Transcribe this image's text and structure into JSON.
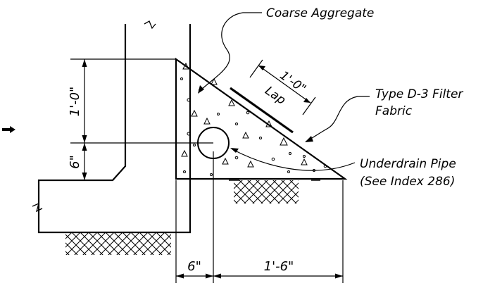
{
  "labels": {
    "coarse_aggregate": "Coarse Aggregate",
    "filter_fabric_line1": "Type D-3 Filter",
    "filter_fabric_line2": "Fabric",
    "underdrain_line1": "Underdrain Pipe",
    "underdrain_line2": "(See Index 286)"
  },
  "dimensions": {
    "height_upper": "1'-0\"",
    "height_lower": "6\"",
    "lap_length": "1'-0\"",
    "lap_word": "Lap",
    "offset_bottom": "6\"",
    "width_bottom": "1'-6\""
  },
  "colors": {
    "line": "#000000",
    "background": "#ffffff"
  }
}
